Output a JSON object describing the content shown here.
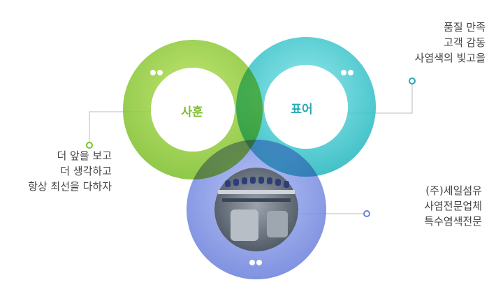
{
  "rings": {
    "left": {
      "label": "사훈",
      "color": "#8ccb3c",
      "label_color": "#7cbf2a"
    },
    "right": {
      "label": "표어",
      "color": "#3fd0d3",
      "label_color": "#27a9b4"
    },
    "bottom": {
      "label": "",
      "color": "#7b90e6"
    }
  },
  "captions": {
    "left": [
      "더 앞을 보고",
      "더 생각하고",
      "항상 최선을 다하자"
    ],
    "top_right": [
      "품질 만족",
      "고객 감동",
      "사염색의 빛고을"
    ],
    "bottom_right": [
      "(주)세일섬유",
      "사염전문업체",
      "특수염색전문"
    ]
  }
}
